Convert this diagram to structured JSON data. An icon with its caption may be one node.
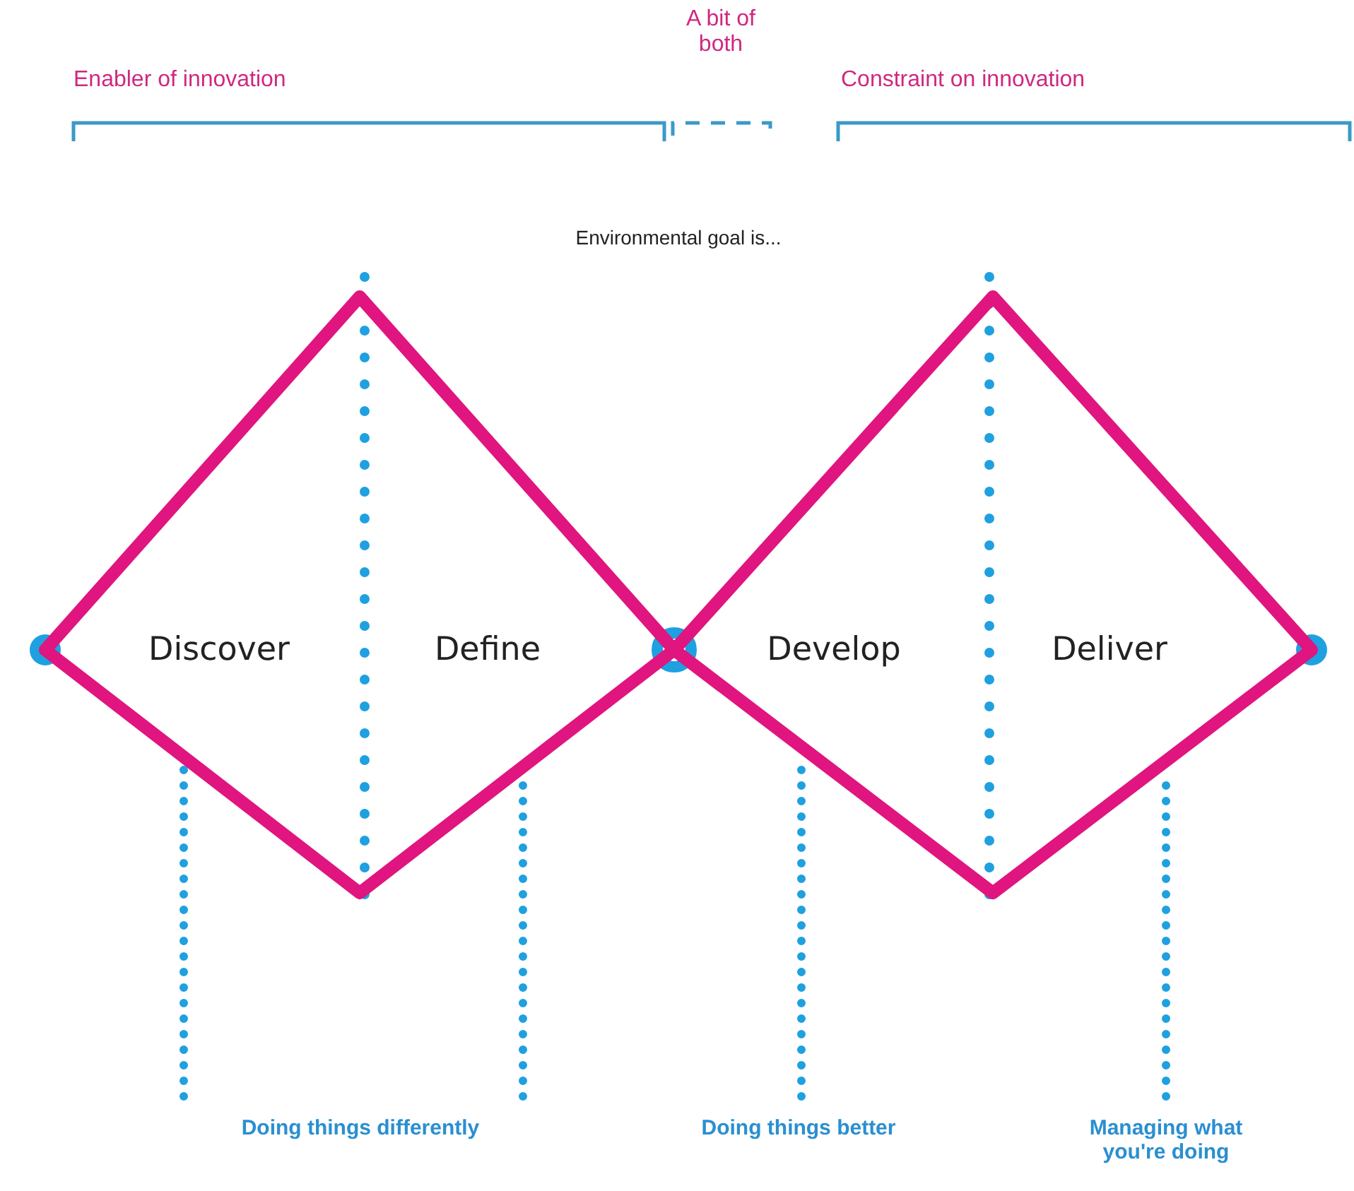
{
  "diagram": {
    "nodes": [
      {
        "text": [
          "Discover",
          "Define"
        ]
      },
      {
        "text": [
          "Develop",
          "Deliver"
        ]
      },
      {
        "text": [
          "Doing things differently"
        ]
      },
      {
        "text": [
          "Doing things better"
        ]
      },
      {
        "text": [
          "Managing what you're doing"
        ]
      }
    ],
    "edges": [
      {
        "from": 2,
        "to": 0,
        "arrow": "none"
      },
      {
        "from": 2,
        "to": 0,
        "arrow": "none"
      },
      {
        "from": 3,
        "to": 1,
        "arrow": "none"
      },
      {
        "from": 4,
        "to": 1,
        "arrow": "none"
      }
    ],
    "labels": [
      "Enabler of innovation",
      "A bit of both",
      "Constraint on innovation",
      "Environmental goal is..."
    ]
  }
}
